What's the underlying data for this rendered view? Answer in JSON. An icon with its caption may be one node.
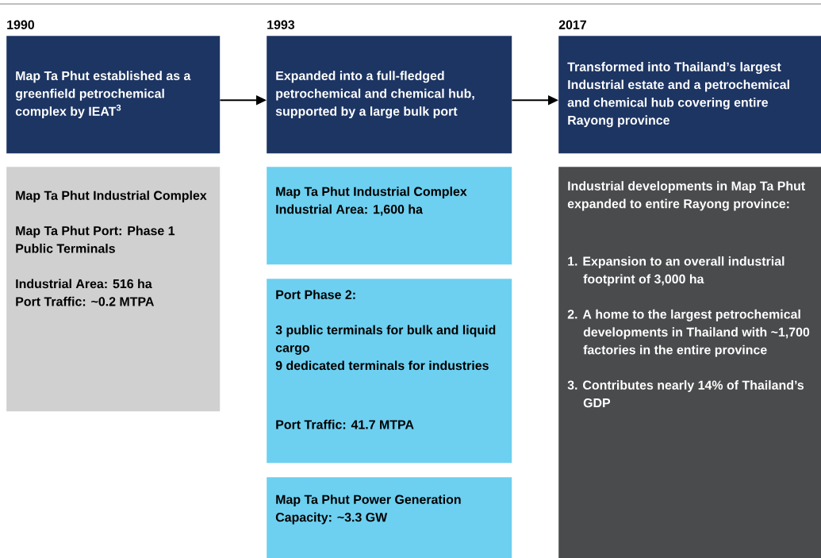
{
  "diagram": {
    "nodes": [
      {
        "text": [
          "1990",
          "Map Ta Phut established as a greenfield petrochemical complex by IEAT$^{3}$"
        ]
      },
      {
        "text": [
          "1993",
          "Expanded into a full-fledged petrochemical and chemical hub, supported by a large bulk port"
        ]
      },
      {
        "text": [
          "2017",
          "Transformed into Thailand’s largest Industrial estate and a petrochemical and chemical hub covering entire Rayong province"
        ]
      },
      {
        "text": [
          "Map Ta Phut Industrial Complex",
          "Map Ta Phut Port: Phase 1 Public Terminals",
          "Industrial Area: 516 ha",
          "Port Traffic: ~0.2 MTPA"
        ]
      },
      {
        "text": [
          "Map Ta Phut Industrial Complex",
          "Industrial Area: 1,600 ha"
        ]
      },
      {
        "text": [
          "Port Phase 2:",
          "3 public terminals for bulk and liquid cargo",
          "9 dedicated terminals for industries",
          "Port Traffic: 41.7 MTPA"
        ]
      },
      {
        "text": [
          "Map Ta Phut Power Generation",
          "Capacity: ~3.3 GW"
        ]
      },
      {
        "text": [
          "Industrial developments in Map Ta Phut expanded to entire Rayong province:",
          "1. Expansion to an overall industrial footprint of 3,000 ha",
          "2. A home to the largest petrochemical developments in Thailand with ~1,700 factories in the entire province",
          "3. Contributes nearly 14% of Thailand’s GDP"
        ]
      }
    ],
    "edges": [
      {
        "from": 0,
        "to": 1,
        "arrow": "to"
      },
      {
        "from": 1,
        "to": 2,
        "arrow": "to"
      }
    ]
  }
}
